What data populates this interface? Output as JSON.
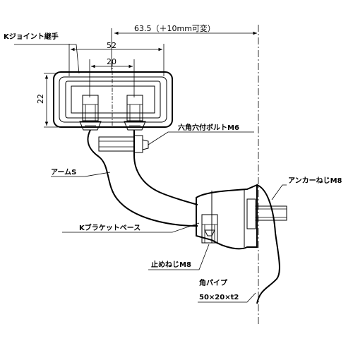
{
  "dimensions": {
    "overall_length": "63.5（＋10mm可変）",
    "bracket_width": "52",
    "bolt_spacing": "20",
    "bracket_height": "22"
  },
  "labels": {
    "k_joint": "Kジョイント継手",
    "hex_socket_bolt": "六角穴付ボルトM6",
    "arm": "アームS",
    "anchor_screw": "アンカーねじM8",
    "bracket_base": "Kブラケットベース",
    "stop_screw": "止めねじM8",
    "square_pipe_line1": "角パイプ",
    "square_pipe_line2": "50×20×t2"
  }
}
